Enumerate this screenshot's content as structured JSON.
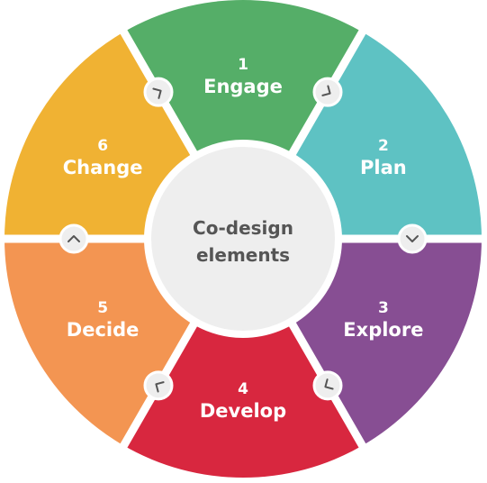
{
  "center": {
    "line1": "Co-design",
    "line2": "elements"
  },
  "segments": [
    {
      "number": "1",
      "label": "Engage",
      "color": "#55AE68"
    },
    {
      "number": "2",
      "label": "Plan",
      "color": "#5EC2C3"
    },
    {
      "number": "3",
      "label": "Explore",
      "color": "#874E93"
    },
    {
      "number": "4",
      "label": "Develop",
      "color": "#D8273F"
    },
    {
      "number": "5",
      "label": "Decide",
      "color": "#F39552"
    },
    {
      "number": "6",
      "label": "Change",
      "color": "#F0B233"
    }
  ],
  "colors": {
    "divider": "#ffffff",
    "center_fill": "#EEEEEE",
    "connector_fill": "#EEEEEE",
    "connector_stroke": "#555555"
  },
  "connector_icons": [
    "chevron-icon",
    "chevron-down-icon",
    "chevron-icon",
    "chevron-icon",
    "chevron-up-icon",
    "chevron-icon"
  ]
}
